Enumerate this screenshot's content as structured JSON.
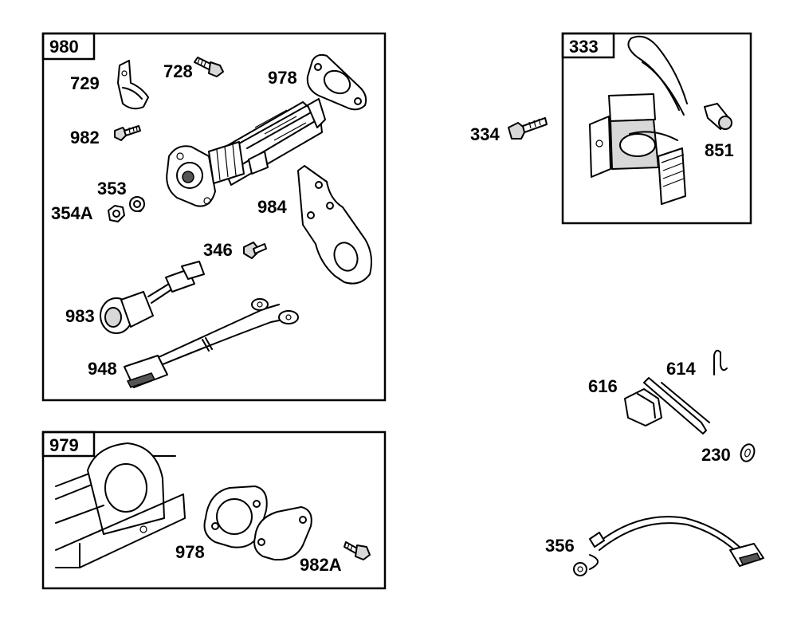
{
  "groups": {
    "g980": {
      "label": "980"
    },
    "g333": {
      "label": "333"
    },
    "g979": {
      "label": "979"
    }
  },
  "parts": {
    "p729": "729",
    "p728": "728",
    "p978a": "978",
    "p982": "982",
    "p353": "353",
    "p354a": "354A",
    "p984": "984",
    "p346": "346",
    "p983": "983",
    "p948": "948",
    "p334": "334",
    "p851": "851",
    "p614": "614",
    "p616": "616",
    "p230": "230",
    "p356": "356",
    "p978b": "978",
    "p982a": "982A"
  }
}
